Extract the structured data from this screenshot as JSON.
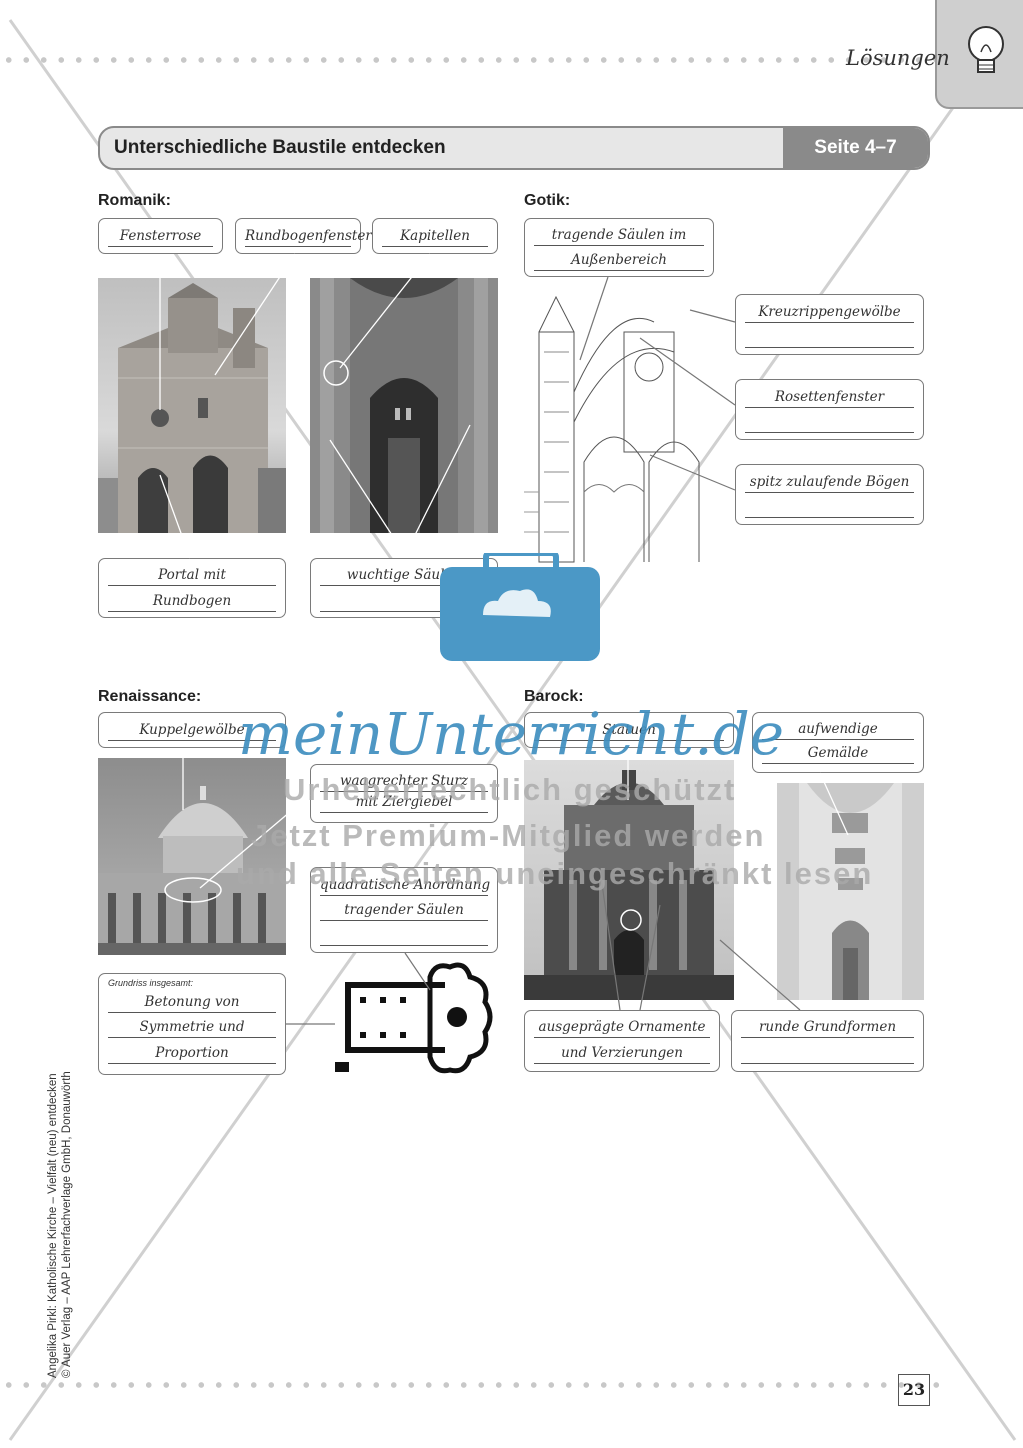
{
  "header": {
    "solutions_label": "Lösungen",
    "title": "Unterschiedliche Baustile entdecken",
    "page_ref": "Seite 4–7"
  },
  "romanik": {
    "heading": "Romanik:",
    "labels": [
      "Fensterrose",
      "Rundbogenfenster",
      "Kapitellen"
    ],
    "portal": [
      "Portal mit",
      "Rundbogen"
    ],
    "saeulen": "wuchtige Säulen"
  },
  "gotik": {
    "heading": "Gotik:",
    "saeulen": [
      "tragende Säulen im",
      "Außenbereich"
    ],
    "labels": [
      "Kreuzrippengewölbe",
      "Rosettenfenster",
      "spitz zulaufende Bögen"
    ]
  },
  "renaissance": {
    "heading": "Renaissance:",
    "kuppel": "Kuppelgewölbe",
    "sturz": [
      "waagrechter Sturz",
      "mit Ziergiebel"
    ],
    "anordnung": [
      "quadratische Anordnung",
      "tragender Säulen"
    ],
    "grundriss_title": "Grundriss insgesamt:",
    "grundriss": [
      "Betonung von",
      "Symmetrie und",
      "Proportion"
    ]
  },
  "barock": {
    "heading": "Barock:",
    "statuen": "Statuen",
    "gemaelde": [
      "aufwendige",
      "Gemälde"
    ],
    "ornamente": [
      "ausgeprägte Ornamente",
      "und Verzierungen"
    ],
    "grundformen": "runde Grundformen"
  },
  "watermark": {
    "brand": "meinUnterricht.de",
    "line1": "Urheberrechtlich geschützt",
    "line2": "Jetzt Premium-Mitglied werden",
    "line3": "und alle Seiten uneingeschränkt lesen"
  },
  "footer": {
    "credit_line1": "Angelika Pirkl: Katholische Kirche – Vielfalt (neu) entdecken",
    "credit_line2": "© Auer Verlag – AAP Lehrerfachverlage GmbH, Donauwörth",
    "page_number": "23"
  }
}
